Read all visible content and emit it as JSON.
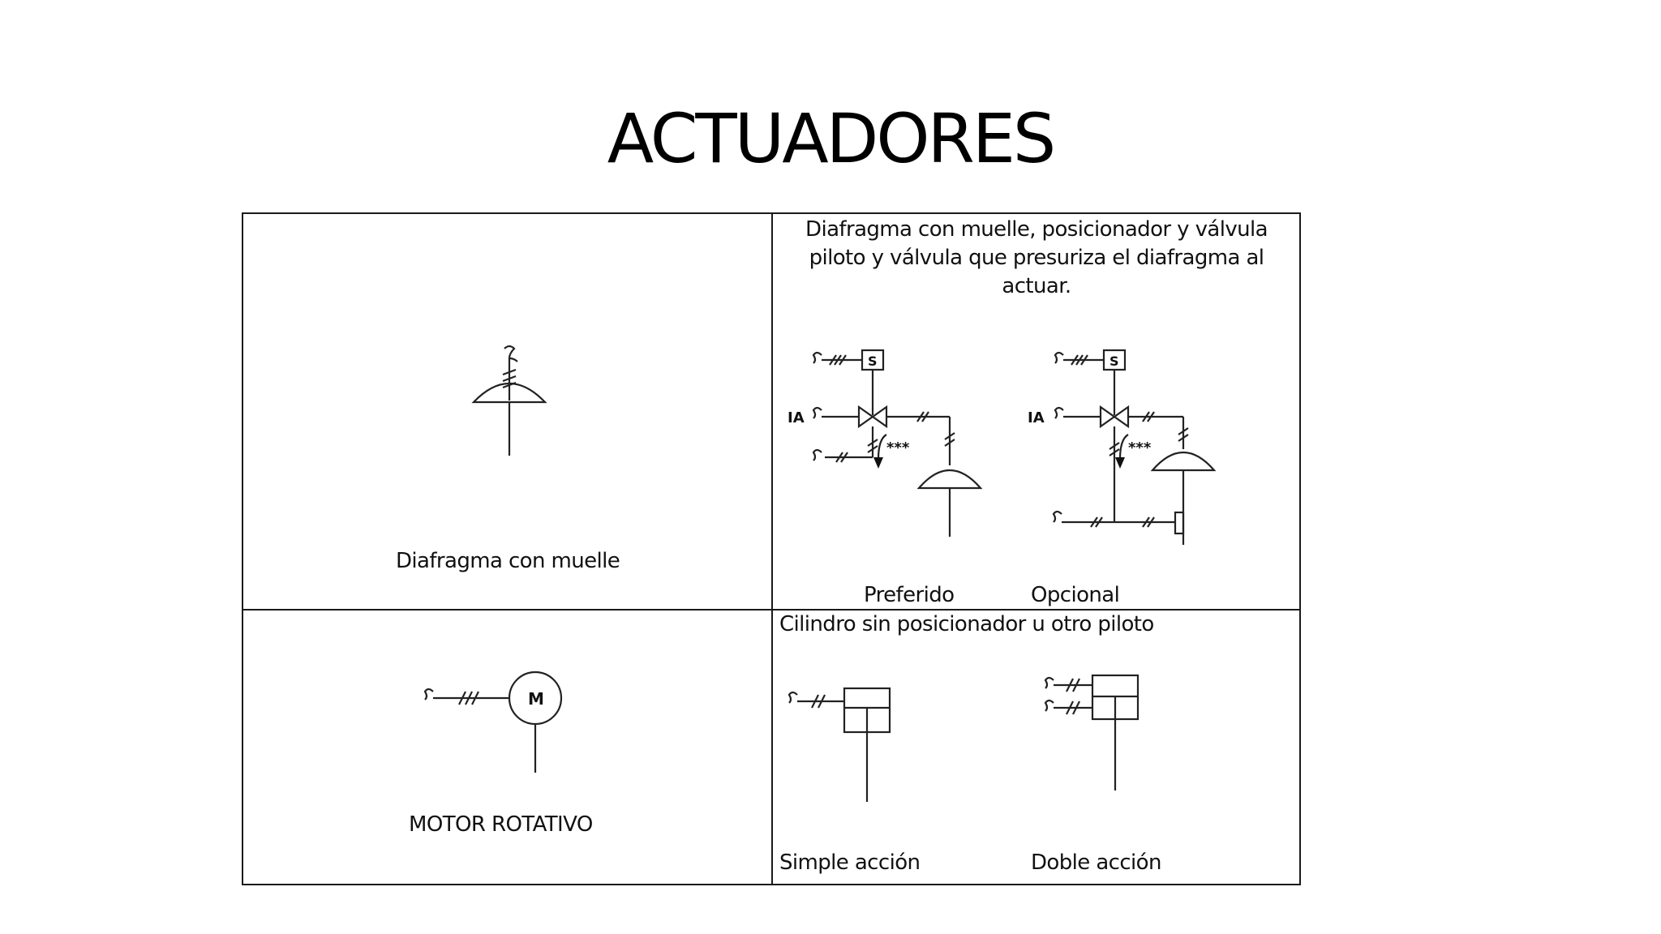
{
  "slide": {
    "title": "ACTUADORES"
  },
  "table": {
    "cell_diaphragm_spring": {
      "caption": "Diafragma con muelle"
    },
    "cell_diaphragm_positioner": {
      "title": "Diafragma con muelle, posicionador y válvula piloto y válvula que presuriza el diafragma al actuar.",
      "option_labels": [
        "Preferido",
        "Opcional"
      ],
      "symbol_texts": {
        "solenoid": "S",
        "air": "IA",
        "stars": "***"
      }
    },
    "cell_rotary_motor": {
      "caption": "MOTOR ROTATIVO",
      "symbol_text": "M"
    },
    "cell_cylinder": {
      "title": "Cilindro sin posicionador u otro piloto",
      "option_labels": [
        "Simple acción",
        "Doble acción"
      ]
    }
  }
}
